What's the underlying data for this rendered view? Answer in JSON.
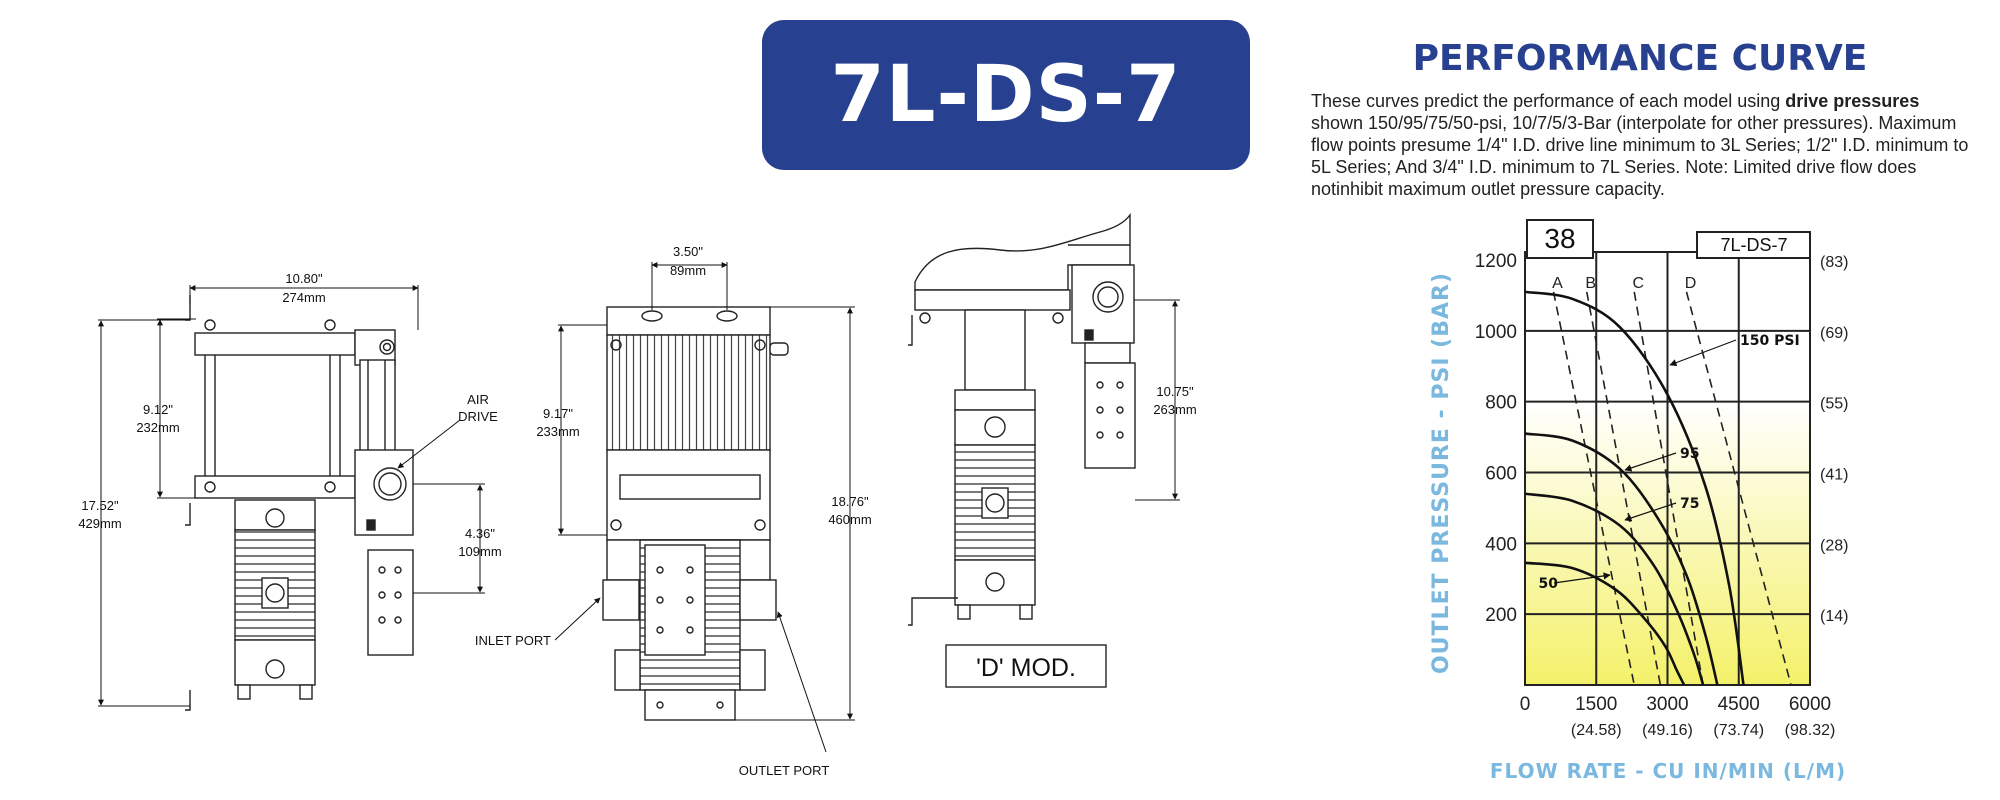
{
  "model": "7L-DS-7",
  "performance": {
    "title": "PERFORMANCE CURVE",
    "desc_pre": "These curves predict the performance of each model using ",
    "desc_bold": "drive pressures",
    "desc_post": " shown 150/95/75/50-psi, 10/7/5/3-Bar (interpolate for other pressures). Maximum flow points presume 1/4\" I.D. drive line minimum to 3L Series; 1/2\" I.D. minimum to 5L Series; And 3/4\" I.D. minimum to 7L Series. Note: Limited drive flow does notinhibit maximum outlet pressure capacity."
  },
  "drawing": {
    "dims": {
      "w1080": "10.80\"",
      "w274": "274mm",
      "h912": "9.12\"",
      "h232": "232mm",
      "h1752": "17.52\"",
      "h429": "429mm",
      "h436": "4.36\"",
      "h109": "109mm",
      "w350": "3.50\"",
      "w89": "89mm",
      "h917": "9.17\"",
      "h233": "233mm",
      "h1876": "18.76\"",
      "h460": "460mm",
      "h1075": "10.75\"",
      "h263": "263mm"
    },
    "labels": {
      "air1": "AIR",
      "air2": "DRIVE",
      "inlet": "INLET PORT",
      "outlet": "OUTLET PORT",
      "dmod": "'D' MOD."
    }
  },
  "chart_data": {
    "type": "line",
    "page_number": "38",
    "legend_model": "7L-DS-7",
    "xlabel": "FLOW RATE - CU IN/MIN (L/M)",
    "ylabel": "OUTLET PRESSURE - PSI (BAR)",
    "xlim": [
      0,
      6000
    ],
    "ylim": [
      0,
      1200
    ],
    "x_ticks": [
      "0",
      "1500",
      "3000",
      "4500",
      "6000"
    ],
    "x_ticks_sub": [
      "",
      "(24.58)",
      "(49.16)",
      "(73.74)",
      "(98.32)"
    ],
    "y_ticks": [
      "200",
      "400",
      "600",
      "800",
      "1000",
      "1200"
    ],
    "y_ticks_bar": [
      "(14)",
      "(28)",
      "(41)",
      "(55)",
      "(69)",
      "(83)"
    ],
    "curve_letters": [
      "A",
      "B",
      "C",
      "D"
    ],
    "series": [
      {
        "name": "150 PSI",
        "x": [
          0,
          1000,
          2000,
          3000,
          3800,
          4300,
          4600
        ],
        "y": [
          1110,
          1090,
          1010,
          820,
          560,
          280,
          0
        ]
      },
      {
        "name": "95",
        "x": [
          0,
          1000,
          2000,
          2800,
          3400,
          3800,
          4050
        ],
        "y": [
          710,
          690,
          610,
          470,
          310,
          140,
          0
        ]
      },
      {
        "name": "75",
        "x": [
          0,
          1000,
          2000,
          2700,
          3200,
          3550,
          3750
        ],
        "y": [
          540,
          520,
          450,
          340,
          210,
          90,
          0
        ]
      },
      {
        "name": "50",
        "x": [
          0,
          1000,
          1900,
          2500,
          2950,
          3200,
          3350
        ],
        "y": [
          345,
          330,
          270,
          190,
          110,
          40,
          0
        ]
      }
    ],
    "dashed_lines": [
      {
        "name": "A",
        "x": [
          600,
          2300
        ],
        "y": [
          1110,
          0
        ]
      },
      {
        "name": "B",
        "x": [
          1300,
          2850
        ],
        "y": [
          1110,
          0
        ]
      },
      {
        "name": "C",
        "x": [
          2300,
          3750
        ],
        "y": [
          1110,
          0
        ]
      },
      {
        "name": "D",
        "x": [
          3400,
          5600
        ],
        "y": [
          1110,
          0
        ]
      }
    ],
    "fill_color": "#f4f16a",
    "axis_label_color": "#7ab8e0"
  },
  "colors": {
    "brand": "#27408f"
  }
}
